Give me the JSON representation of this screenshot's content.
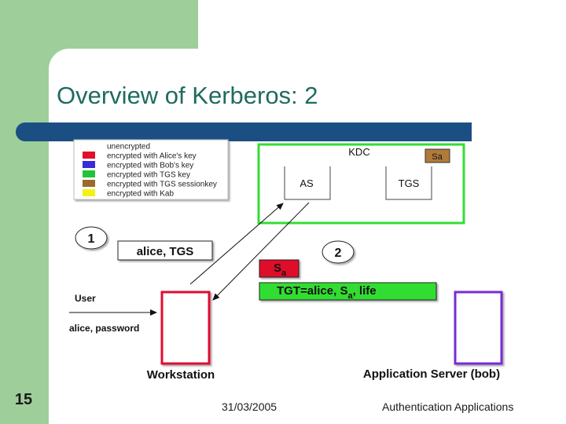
{
  "slide": {
    "title": "Overview of Kerberos: 2",
    "number": "15",
    "date": "31/03/2005",
    "footer": "Authentication Applications"
  },
  "legend": [
    {
      "label": "unencrypted",
      "color": "#ffffff"
    },
    {
      "label": "encrypted with Alice's key",
      "color": "#e0102a"
    },
    {
      "label": "encrypted with Bob's key",
      "color": "#3a2bd6"
    },
    {
      "label": "encrypted with TGS key",
      "color": "#22c33a"
    },
    {
      "label": "encrypted with TGS sessionkey",
      "color": "#9a6b2a"
    },
    {
      "label": "encrypted with Kab",
      "color": "#f2f21a"
    }
  ],
  "diagram": {
    "kdc": "KDC",
    "as": "AS",
    "tgs": "TGS",
    "sa_badge": "Sa",
    "step1": "1",
    "step2": "2",
    "request_msg": "alice, TGS",
    "sa_box": "S",
    "sa_sub": "a",
    "tgt_main": "TGT=alice, S",
    "tgt_sub": "a",
    "tgt_tail": ", life",
    "user": "User",
    "password": "alice, password",
    "workstation": "Workstation",
    "app_server": "Application Server (bob)"
  },
  "colors": {
    "kdc_border": "#33dd33",
    "sa_red": "#e0102a",
    "tgt_green": "#33dd33",
    "workstation_border": "#e01030",
    "server_border": "#7a2bd8",
    "title_bar": "#1b4f83",
    "title_text": "#1f6b60"
  }
}
